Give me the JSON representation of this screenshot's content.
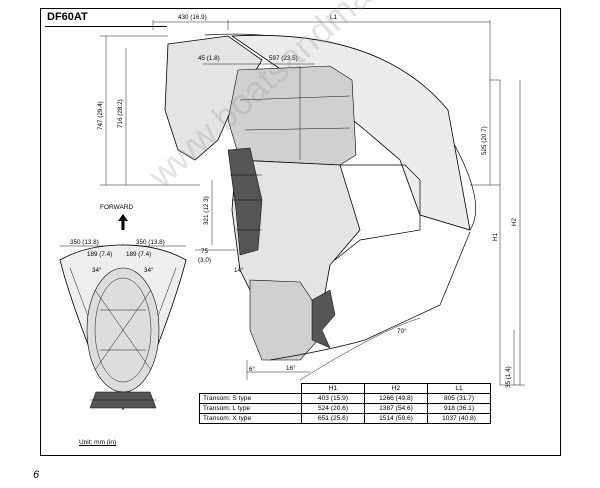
{
  "model": "DF60AT",
  "watermark": "www.boatsandmarine.com",
  "forward_label": "FORWARD",
  "unit_label": "Unit: mm (in)",
  "page_number": "6",
  "dimensions": {
    "top_430": "430 (16.9)",
    "top_L1": "L1",
    "d45": "45 (1.8)",
    "d597": "597 (23.5)",
    "v747": "747 (29.4)",
    "v716": "716 (28.2)",
    "v525": "525 (20.7)",
    "v321": "321 (12.3)",
    "d75": "75",
    "d75in": "(3.0)",
    "a14": "14°",
    "H1": "H1",
    "H2": "H2",
    "a70": "70°",
    "a6": "6°",
    "a16": "16°",
    "v35": "35 (1.4)",
    "w350l": "350 (13.8)",
    "w350r": "350 (13.8)",
    "w189l": "189 (7.4)",
    "w189r": "189 (7.4)",
    "a34l": "34°",
    "a34r": "34°"
  },
  "table": {
    "headers": [
      "H1",
      "H2",
      "L1"
    ],
    "rows": [
      {
        "label": "Transom: S type",
        "values": [
          "403 (15.9)",
          "1266 (49.8)",
          "805 (31.7)"
        ]
      },
      {
        "label": "Transom: L type",
        "values": [
          "524 (20.6)",
          "1387 (54.6)",
          "918 (36.1)"
        ]
      },
      {
        "label": "Transom: X type",
        "values": [
          "651 (25.6)",
          "1514 (59.6)",
          "1037 (40.8)"
        ]
      }
    ]
  }
}
